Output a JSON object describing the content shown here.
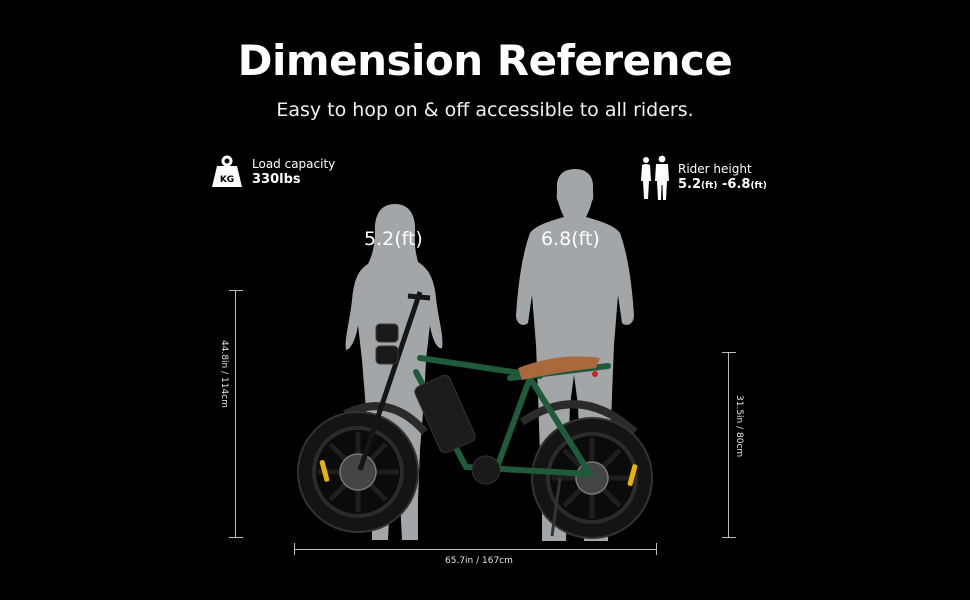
{
  "header": {
    "title": "Dimension Reference",
    "subtitle": "Easy to hop on & off accessible to all riders."
  },
  "specs": {
    "load": {
      "icon": "weight-kg-icon",
      "icon_text": "KG",
      "label": "Load capacity",
      "value": "330lbs"
    },
    "rider": {
      "icon": "rider-silhouettes-icon",
      "label": "Rider height",
      "min": "5.2",
      "min_unit": "(ft)",
      "separator": " -",
      "max": "6.8",
      "max_unit": "(ft)"
    }
  },
  "figures": {
    "short_rider": {
      "label": "5.2(ft)"
    },
    "tall_rider": {
      "label": "6.8(ft)"
    }
  },
  "dimensions": {
    "overall_height": "44.8in / 114cm",
    "seat_height": "31.5in / 80cm",
    "overall_length": "65.7in / 167cm"
  },
  "colors": {
    "background": "#000000",
    "silhouette": "#a3a6a8",
    "frame_green": "#1f5a3a",
    "seat_brown": "#a86a3c",
    "tire": "#1a1a1a",
    "reflector": "#e8b400",
    "dimension_line": "#bdbdbd"
  }
}
